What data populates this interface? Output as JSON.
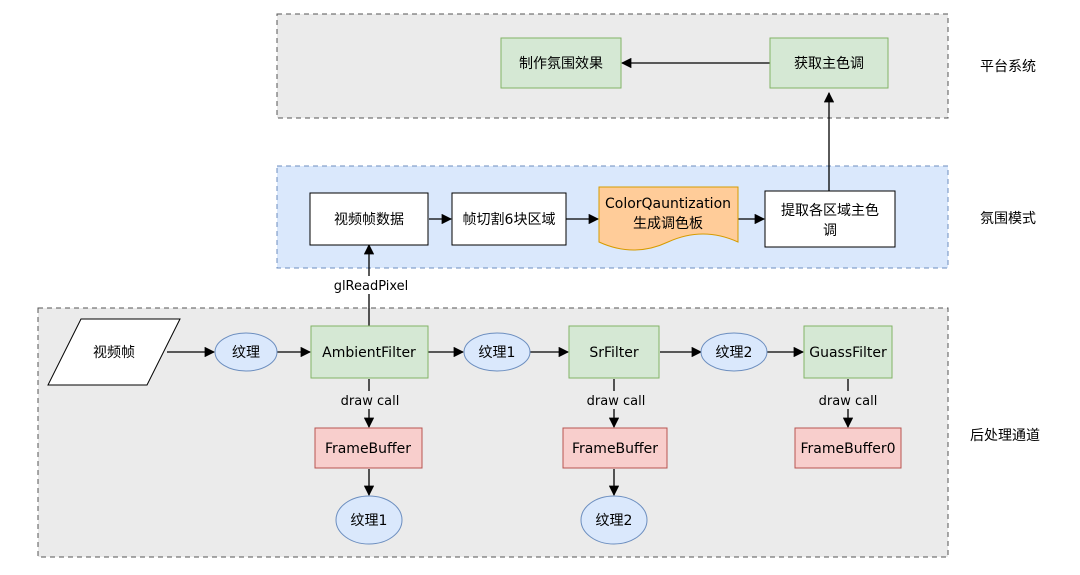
{
  "groups": {
    "platform": {
      "label": "平台系统",
      "fill": "#ebebeb",
      "stroke": "#555555"
    },
    "ambient": {
      "label": "氛围模式",
      "fill": "#dae8fc",
      "stroke": "#6c8ebf"
    },
    "post": {
      "label": "后处理通道",
      "fill": "#ebebeb",
      "stroke": "#555555"
    }
  },
  "nodes": {
    "make_effect": {
      "label": "制作氛围效果"
    },
    "get_main_tone": {
      "label": "获取主色调"
    },
    "video_frame_data": {
      "label": "视频帧数据"
    },
    "split_frame": {
      "label": "帧切割6块区域"
    },
    "color_quant": {
      "line1": "ColorQauntization",
      "line2": "生成调色板"
    },
    "extract_tones": {
      "line1": "提取各区域主色",
      "line2": "调"
    },
    "video_frame": {
      "label": "视频帧"
    },
    "texture": {
      "label": "纹理"
    },
    "ambient_filter": {
      "label": "AmbientFilter"
    },
    "texture1": {
      "label": "纹理1"
    },
    "sr_filter": {
      "label": "SrFilter"
    },
    "texture2": {
      "label": "纹理2"
    },
    "guass_filter": {
      "label": "GuassFilter"
    },
    "framebuffer_a": {
      "label": "FrameBuffer"
    },
    "framebuffer_b": {
      "label": "FrameBuffer"
    },
    "framebuffer0": {
      "label": "FrameBuffer0"
    },
    "texture1_out": {
      "label": "纹理1"
    },
    "texture2_out": {
      "label": "纹理2"
    }
  },
  "edges": {
    "gl_read_pixel": "glReadPixel",
    "draw_call": "draw call"
  },
  "colors": {
    "green_fill": "#d5e8d4",
    "green_stroke": "#82b366",
    "red_fill": "#f8cecc",
    "red_stroke": "#b85450",
    "blue_fill": "#dae8fc",
    "blue_stroke": "#6c8ebf",
    "orange_fill": "#ffcc99",
    "orange_stroke": "#d79b00"
  }
}
